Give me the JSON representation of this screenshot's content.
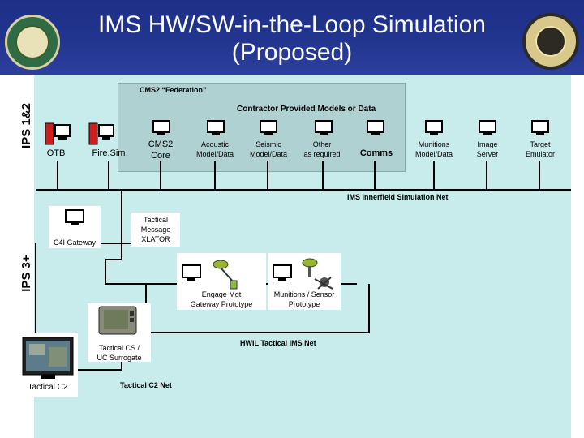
{
  "header": {
    "title_line1": "IMS HW/SW-in-the-Loop Simulation",
    "title_line2": "(Proposed)"
  },
  "left_logo": {
    "text": "",
    "icon": "seal-logo-icon"
  },
  "right_logo": {
    "icon": "seal-logo-icon"
  },
  "diagram": {
    "side_labels": {
      "top": "IPS 1&2",
      "bottom": "IPS 3+"
    },
    "federation_label": "CMS2 “Federation”",
    "contractor_label": "Contractor Provided Models or Data",
    "nodes": {
      "otb": "OTB",
      "firesim": "Fire.Sim",
      "cms2_core_1": "CMS2",
      "cms2_core_2": "Core",
      "acoustic_1": "Acoustic",
      "acoustic_2": "Model/Data",
      "seismic_1": "Seismic",
      "seismic_2": "Model/Data",
      "other_1": "Other",
      "other_2": "as required",
      "comms": "Comms",
      "munitions_1": "Munitions",
      "munitions_2": "Model/Data",
      "image_1": "Image",
      "image_2": "Server",
      "target_1": "Target",
      "target_2": "Emulator",
      "c4i": "C4I Gateway",
      "xlator_1": "Tactical",
      "xlator_2": "Message",
      "xlator_3": "XLATOR",
      "engage_1": "Engage Mgt",
      "engage_2": "Gateway Prototype",
      "munsensor_1": "Munitions / Sensor",
      "munsensor_2": "Prototype",
      "tacs_1": "Tactical CS /",
      "tacs_2": "UC Surrogate",
      "tac_c2": "Tactical C2"
    },
    "networks": {
      "innerfield": "IMS Innerfield Simulation Net",
      "hwil": "HWIL Tactical IMS Net",
      "c2net": "Tactical C2 Net"
    }
  },
  "colors": {
    "header_bg": "#22358f",
    "panel_bg": "#c8ebeb",
    "federation_bg": "#b0d1d1",
    "server_red": "#cc2020"
  }
}
